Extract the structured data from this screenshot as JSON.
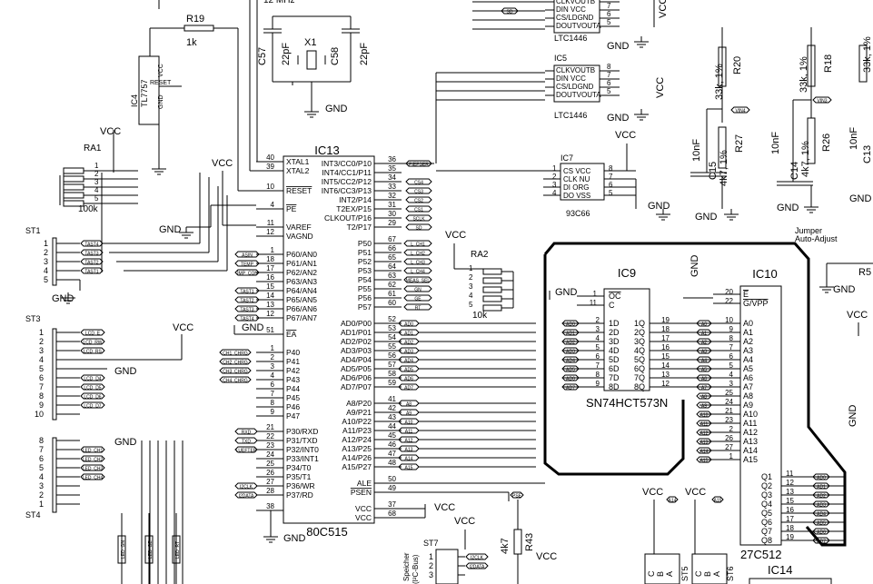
{
  "crystal": {
    "ref": "X1",
    "freq": "12 MHz",
    "c1_ref": "C57",
    "c1_val": "22pF",
    "c2_ref": "C58",
    "c2_val": "22pF"
  },
  "r19": {
    "ref": "R19",
    "val": "1k"
  },
  "ic4": {
    "ref": "IC4",
    "part": "TL7757",
    "pin_vcc": "VCC",
    "pin_reset": "RESET",
    "pin_gnd": "GND"
  },
  "ra1": {
    "ref": "RA1",
    "val": "100k",
    "pins": [
      "1",
      "2",
      "3",
      "4",
      "5"
    ]
  },
  "ra2": {
    "ref": "RA2",
    "val": "10k",
    "pins": [
      "1",
      "2",
      "3",
      "4",
      "5"
    ]
  },
  "ic13": {
    "ref": "IC13",
    "part": "80C515",
    "left_pins": [
      {
        "num": "40",
        "name": "XTAL1"
      },
      {
        "num": "39",
        "name": "XTAL2"
      },
      {
        "num": "10",
        "name": "RESET"
      },
      {
        "num": "4",
        "name": "PE"
      },
      {
        "num": "11",
        "name": "VAREF"
      },
      {
        "num": "12",
        "name": "VAGND"
      },
      {
        "num": "1",
        "name": "P60/AN0"
      },
      {
        "num": "18",
        "name": "P61/AN1"
      },
      {
        "num": "17",
        "name": "P62/AN2"
      },
      {
        "num": "16",
        "name": "P63/AN3"
      },
      {
        "num": "15",
        "name": "P64/AN4"
      },
      {
        "num": "14",
        "name": "P65/AN5"
      },
      {
        "num": "13",
        "name": "P66/AN6"
      },
      {
        "num": "12",
        "name": "P67/AN7"
      },
      {
        "num": "51",
        "name": "EA"
      },
      {
        "num": "1",
        "name": "P40"
      },
      {
        "num": "2",
        "name": "P41"
      },
      {
        "num": "3",
        "name": "P42"
      },
      {
        "num": "4",
        "name": "P43"
      },
      {
        "num": "6",
        "name": "P44"
      },
      {
        "num": "7",
        "name": "P45"
      },
      {
        "num": "8",
        "name": "P46"
      },
      {
        "num": "9",
        "name": "P47"
      },
      {
        "num": "21",
        "name": "P30/RXD"
      },
      {
        "num": "22",
        "name": "P31/TXD"
      },
      {
        "num": "23",
        "name": "P32/INT0"
      },
      {
        "num": "24",
        "name": "P33/INT1"
      },
      {
        "num": "25",
        "name": "P34/T0"
      },
      {
        "num": "26",
        "name": "P35/T1"
      },
      {
        "num": "27",
        "name": "P36/WR"
      },
      {
        "num": "28",
        "name": "P37/RD"
      },
      {
        "num": "38",
        "name": ""
      }
    ],
    "right_pins": [
      {
        "num": "36",
        "name": "INT3/CC0/P10"
      },
      {
        "num": "35",
        "name": "INT4/CC1/P11"
      },
      {
        "num": "34",
        "name": "INT5/CC2/P12"
      },
      {
        "num": "33",
        "name": "INT6/CC3/P13"
      },
      {
        "num": "32",
        "name": "INT2/P14"
      },
      {
        "num": "31",
        "name": "T2EX/P15"
      },
      {
        "num": "30",
        "name": "CLKOUT/P16"
      },
      {
        "num": "29",
        "name": "T2/P17"
      },
      {
        "num": "67",
        "name": "P50"
      },
      {
        "num": "66",
        "name": "P51"
      },
      {
        "num": "65",
        "name": "P52"
      },
      {
        "num": "64",
        "name": "P53"
      },
      {
        "num": "63",
        "name": "P54"
      },
      {
        "num": "62",
        "name": "P55"
      },
      {
        "num": "61",
        "name": "P56"
      },
      {
        "num": "60",
        "name": "P57"
      },
      {
        "num": "52",
        "name": "AD0/P00"
      },
      {
        "num": "53",
        "name": "AD1/P01"
      },
      {
        "num": "54",
        "name": "AD2/P02"
      },
      {
        "num": "55",
        "name": "AD3/P03"
      },
      {
        "num": "56",
        "name": "AD4/P04"
      },
      {
        "num": "57",
        "name": "AD5/P05"
      },
      {
        "num": "58",
        "name": "AD6/P06"
      },
      {
        "num": "59",
        "name": "AD7/P07"
      },
      {
        "num": "41",
        "name": "A8/P20"
      },
      {
        "num": "42",
        "name": "A9/P21"
      },
      {
        "num": "43",
        "name": "A10/P22"
      },
      {
        "num": "44",
        "name": "A11/P23"
      },
      {
        "num": "45",
        "name": "A12/P24"
      },
      {
        "num": "46",
        "name": "A13/P25"
      },
      {
        "num": "47",
        "name": "A14/P26"
      },
      {
        "num": "48",
        "name": "A15/P27"
      },
      {
        "num": "50",
        "name": "ALE"
      },
      {
        "num": "49",
        "name": "PSEN"
      },
      {
        "num": "37",
        "name": "VCC"
      },
      {
        "num": "68",
        "name": "VCC"
      }
    ]
  },
  "ic13_left_nets": {
    "rows1": [
      "ASIN",
      "TEMP",
      "JMP_CON"
    ],
    "rows2": [
      "TAST1",
      "TAST2",
      "TAST3",
      "TAST4"
    ],
    "chrg": [
      "CH1_CHRG",
      "CH2_CHRG",
      "CH3_CHRG",
      "CH4_CHRG"
    ],
    "p3": [
      "RXD",
      "TXD",
      "LUEFTER",
      "",
      "",
      "",
      "I2CLK",
      "I2DATA"
    ]
  },
  "ic13_right_nets": {
    "p1": [
      "PIEPSER",
      "",
      "CS4",
      "CS3",
      "CS2",
      "CS1",
      "SCLK",
      "SD"
    ],
    "p5": [
      "L_CH1",
      "L_CH2",
      "L_CH3",
      "L_CH4",
      "MEAS_SEL",
      "GN",
      "GE",
      "RT"
    ],
    "ad": [
      "AD0",
      "AD1",
      "AD2",
      "AD3",
      "AD4",
      "AD5",
      "AD6",
      "AD7"
    ],
    "a": [
      "A8",
      "A9",
      "A10",
      "A11",
      "A12",
      "A13",
      "A14",
      "A15"
    ]
  },
  "ic5": {
    "ref": "IC5",
    "part": "LTC1446",
    "pins": [
      {
        "l": "CLKVOUTB",
        "n": "8"
      },
      {
        "l": "DIN   VCC",
        "n": "7"
      },
      {
        "l": "CS/LDGND",
        "n": "6"
      },
      {
        "l": "DOUTVOUTA",
        "n": "5"
      }
    ]
  },
  "ic_top": {
    "part": "LTC1446",
    "pins": [
      {
        "l": "CLKVOUTB",
        "n": "8"
      },
      {
        "l": "DIN   VCC",
        "n": "7"
      },
      {
        "l": "CS/LDGND",
        "n": "6"
      },
      {
        "l": "DOUTVOUTA",
        "n": "5"
      }
    ]
  },
  "ic7": {
    "ref": "IC7",
    "part": "93C66",
    "pins": [
      {
        "l": "CS  VCC",
        "a": "1",
        "b": "8"
      },
      {
        "l": "CLK  NU",
        "a": "2",
        "b": "7"
      },
      {
        "l": "DI  ORG",
        "a": "3",
        "b": "6"
      },
      {
        "l": "DO  VSS",
        "a": "4",
        "b": "5"
      }
    ]
  },
  "ic9": {
    "ref": "IC9",
    "part": "SN74HCT573N",
    "top": [
      {
        "n": "1",
        "l": "OC"
      },
      {
        "n": "11",
        "l": "C"
      }
    ],
    "d": [
      "1D",
      "2D",
      "3D",
      "4D",
      "5D",
      "6D",
      "7D",
      "8D"
    ],
    "dn": [
      "2",
      "3",
      "4",
      "5",
      "6",
      "7",
      "8",
      "9"
    ],
    "q": [
      "1Q",
      "2Q",
      "3Q",
      "4Q",
      "5Q",
      "6Q",
      "7Q",
      "8Q"
    ],
    "qn": [
      "19",
      "18",
      "17",
      "16",
      "15",
      "14",
      "13",
      "12"
    ],
    "in_nets": [
      "AD0",
      "AD1",
      "AD2",
      "AD3",
      "AD4",
      "AD5",
      "AD6",
      "AD7"
    ],
    "out_nets": [
      "A0",
      "A1",
      "A2",
      "A3",
      "A4",
      "A5",
      "A6",
      "A7"
    ]
  },
  "ic10": {
    "ref": "IC10",
    "part": "27C512",
    "top": [
      {
        "n": "20",
        "l": "E"
      },
      {
        "n": "22",
        "l": "G/VPP"
      }
    ],
    "a": [
      "A0",
      "A1",
      "A2",
      "A3",
      "A4",
      "A5",
      "A6",
      "A7",
      "A8",
      "A9",
      "A10",
      "A11",
      "A12",
      "A13",
      "A14",
      "A15"
    ],
    "an": [
      "10",
      "9",
      "8",
      "7",
      "6",
      "5",
      "4",
      "3",
      "25",
      "24",
      "21",
      "23",
      "2",
      "26",
      "27",
      "1"
    ],
    "q": [
      "Q1",
      "Q2",
      "Q3",
      "Q4",
      "Q5",
      "Q6",
      "Q7",
      "Q8"
    ],
    "qn": [
      "11",
      "12",
      "13",
      "15",
      "16",
      "17",
      "18",
      "19"
    ],
    "a_nets": [
      "A0",
      "A1",
      "A2",
      "A3",
      "A4",
      "A5",
      "A6",
      "A7",
      "A8",
      "A9",
      "A10",
      "A11",
      "A12",
      "A13",
      "A14",
      "A15"
    ],
    "q_nets": [
      "AD0",
      "AD1",
      "AD2",
      "AD3",
      "AD4",
      "AD5",
      "AD6",
      "AD7"
    ]
  },
  "resistors": {
    "r20": {
      "ref": "R20",
      "val": "33k, 1%"
    },
    "r27": {
      "ref": "R27",
      "val": "4k7, 1%"
    },
    "c15": {
      "ref": "C15",
      "val": "10nF"
    },
    "r18": {
      "ref": "R18",
      "val": "33k, 1%"
    },
    "r26": {
      "ref": "R26",
      "val": "4k7, 1%"
    },
    "c14": {
      "ref": "C14",
      "val": "10nF"
    },
    "c13": {
      "ref": "C13",
      "val": "10nF"
    },
    "r43": {
      "ref": "R43",
      "val": "4k7"
    },
    "r5": {
      "ref": "R5"
    },
    "r_partial": {
      "val": "33k, 1%"
    },
    "vin4": "VIN4",
    "vin3": "VIN3"
  },
  "jumper": {
    "line1": "Jumper",
    "line2": "Auto-Adjust"
  },
  "st1": {
    "ref": "ST1",
    "pins": [
      "1",
      "2",
      "3",
      "4",
      "5"
    ],
    "nets": [
      "TAST4",
      "TAST3",
      "TAST2",
      "TAST1",
      ""
    ]
  },
  "st3": {
    "ref": "ST3",
    "pins": [
      "1",
      "2",
      "3",
      "4",
      "5",
      "6",
      "7",
      "8",
      "9",
      "10"
    ],
    "nets": [
      "LCD_E",
      "LCD_RW",
      "LCD_RS",
      "",
      "",
      "LCD_D4",
      "LCD_D5",
      "LCD_D6",
      "LCD_D7",
      ""
    ]
  },
  "st4": {
    "ref": "ST4",
    "pins": [
      "8",
      "7",
      "6",
      "5",
      "4",
      "3",
      "2",
      "1"
    ],
    "nets": [
      "",
      "LED_CH1",
      "LED_CH2",
      "LED_CH3",
      "LED_CH4",
      "",
      "",
      ""
    ]
  },
  "st7": {
    "ref": "ST7",
    "pins": [
      "1",
      "2",
      "3"
    ],
    "nets": [
      "I2CLK",
      "I2DATA",
      ""
    ],
    "note": "Speicher\n(I²C-Bus)"
  },
  "st5": {
    "label": "ST5",
    "pins": [
      "C",
      "B",
      "A"
    ]
  },
  "st6": {
    "label": "ST6",
    "pins": [
      "C",
      "B",
      "A"
    ]
  },
  "bottom_leds": [
    "LED_GN",
    "LED_GE",
    "LED_RT"
  ],
  "ic14": {
    "ref": "IC14"
  },
  "power": {
    "vcc": "VCC",
    "gnd": "GND"
  },
  "st_bits": {
    "ic9_14": "A14",
    "ic9_15": "A15",
    "psen_net": "PSE"
  }
}
